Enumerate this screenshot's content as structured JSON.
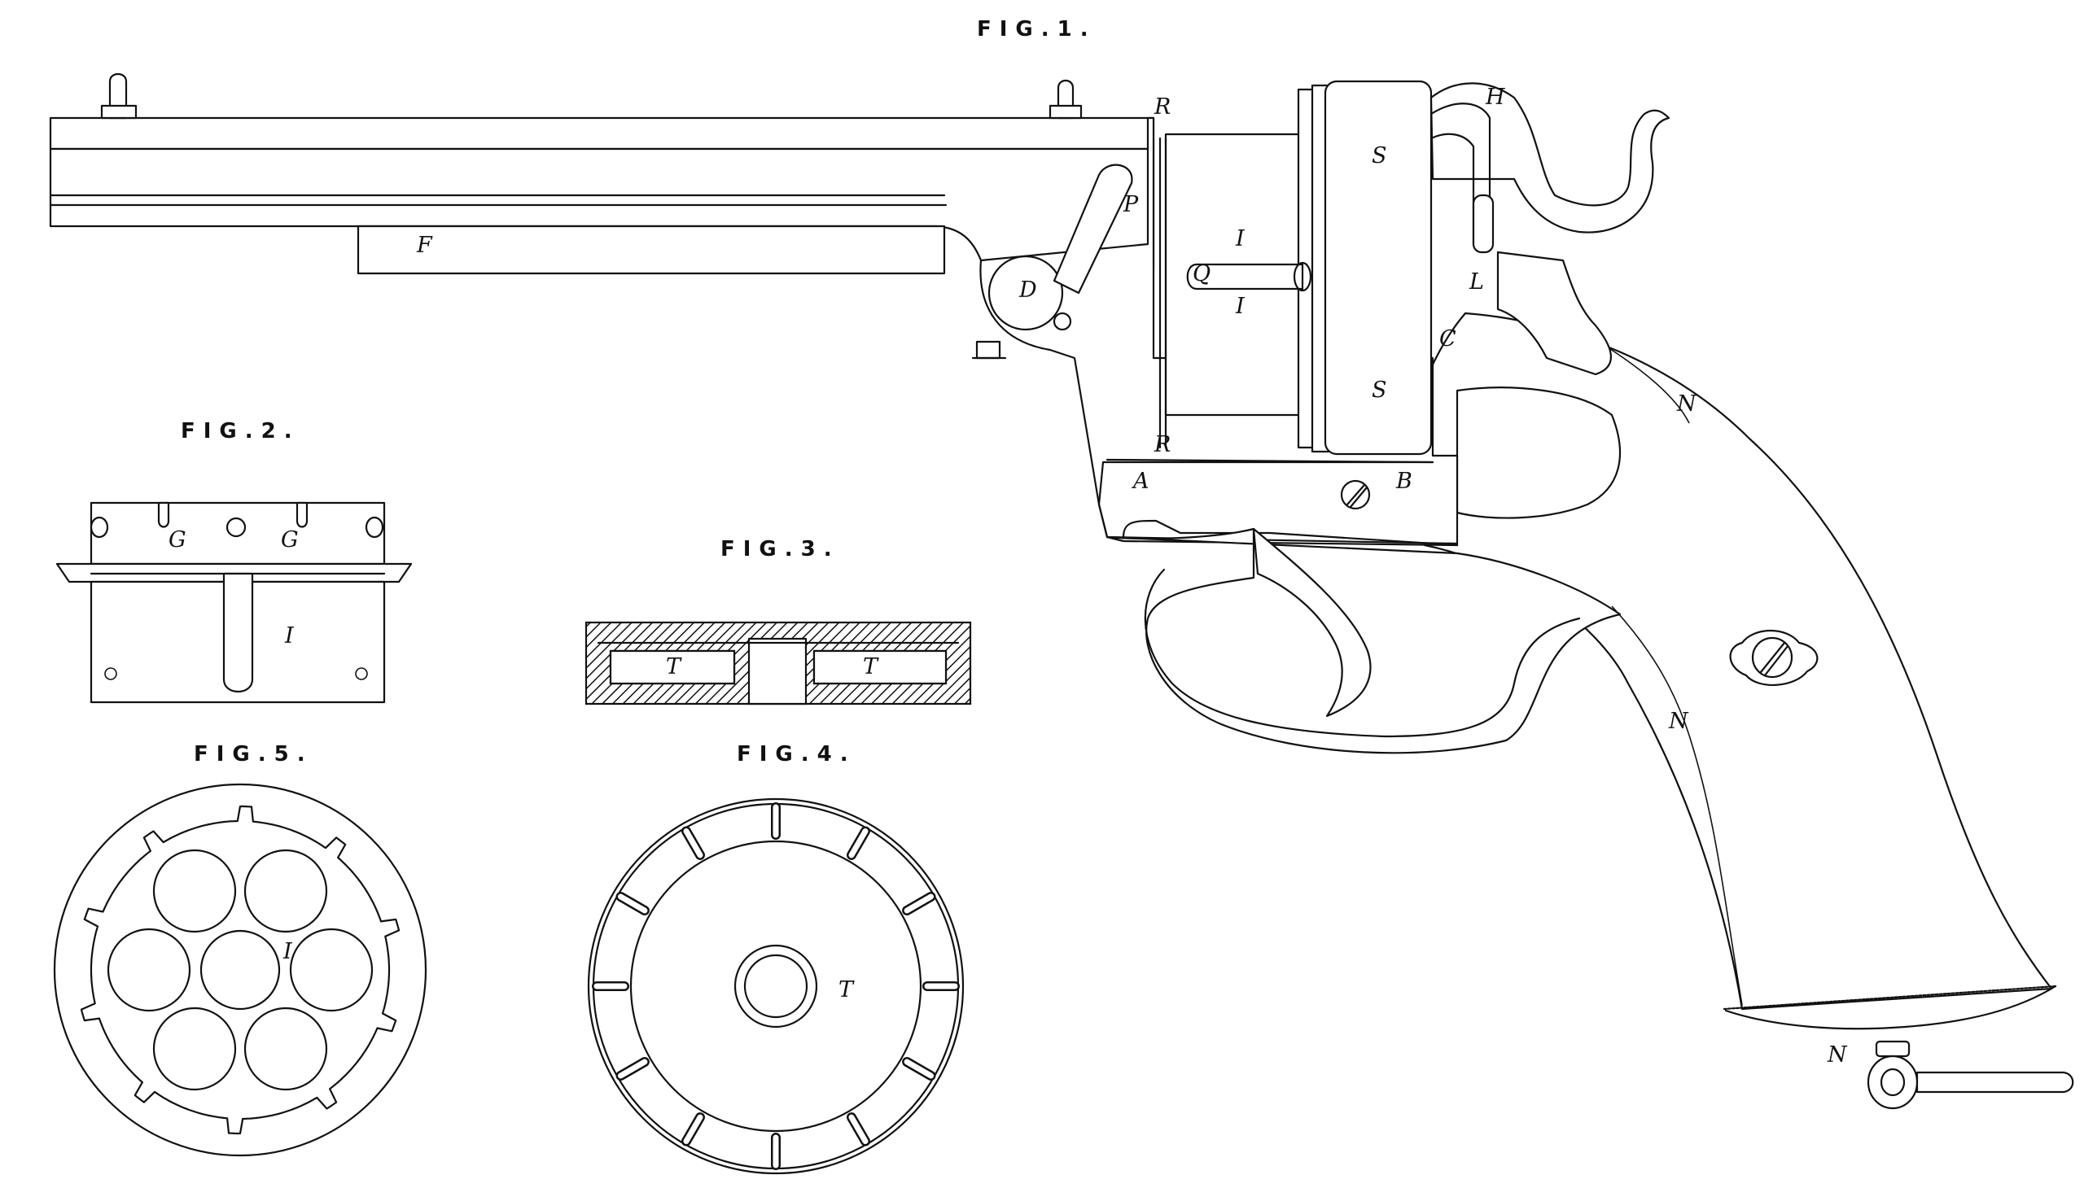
{
  "figures": {
    "fig1": {
      "title": "FIG.1."
    },
    "fig2": {
      "title": "FIG.2."
    },
    "fig3": {
      "title": "FIG.3."
    },
    "fig4": {
      "title": "FIG.4."
    },
    "fig5": {
      "title": "FIG.5."
    }
  },
  "labels": {
    "F": "F",
    "D": "D",
    "P": "P",
    "Q": "Q",
    "I": "I",
    "R": "R",
    "S": "S",
    "H": "H",
    "L": "L",
    "C": "C",
    "A": "A",
    "B": "B",
    "N": "N",
    "G": "G",
    "T": "T"
  },
  "colors": {
    "ink": "#111111",
    "paper": "#ffffff"
  }
}
